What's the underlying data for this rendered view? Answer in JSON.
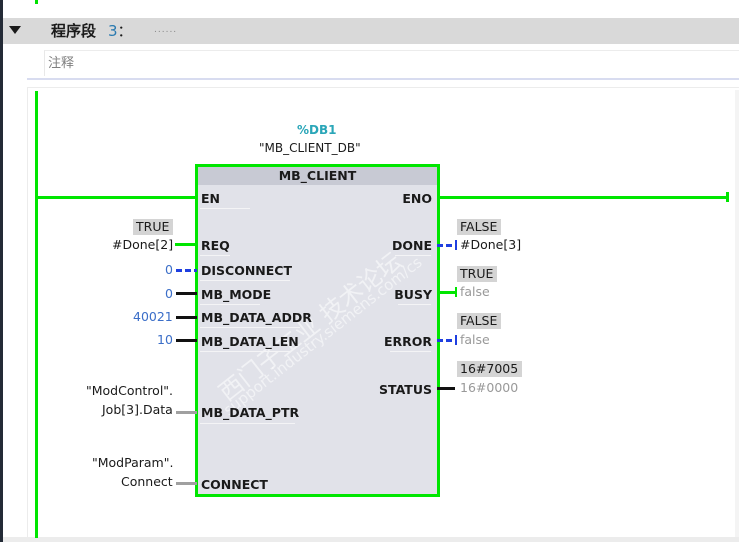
{
  "network": {
    "title": "程序段",
    "number": "3",
    "separator": "：",
    "title_placeholder": "......",
    "comment": "注释"
  },
  "colors": {
    "power_flow": "#00e600",
    "block_fill": "#e1e2e9",
    "db_name": "#2aa6b8",
    "constant_value": "#3b6ec8",
    "dashed_signal": "#1f3fe0"
  },
  "block": {
    "instance_db": "%DB1",
    "instance_symbol": "\"MB_CLIENT_DB\"",
    "type": "MB_CLIENT",
    "inputs": [
      {
        "pin": "EN"
      },
      {
        "pin": "REQ",
        "actual": "#Done[2]",
        "monitor": "TRUE"
      },
      {
        "pin": "DISCONNECT",
        "actual": "0"
      },
      {
        "pin": "MB_MODE",
        "actual": "0"
      },
      {
        "pin": "MB_DATA_ADDR",
        "actual": "40021"
      },
      {
        "pin": "MB_DATA_LEN",
        "actual": "10"
      },
      {
        "pin": "MB_DATA_PTR",
        "actual_line1": "\"ModControl\".",
        "actual_line2": "Job[3].Data"
      },
      {
        "pin": "CONNECT",
        "actual_line1": "\"ModParam\".",
        "actual_line2": "Connect"
      }
    ],
    "outputs": [
      {
        "pin": "ENO"
      },
      {
        "pin": "DONE",
        "actual": "#Done[3]",
        "monitor": "FALSE"
      },
      {
        "pin": "BUSY",
        "actual": "false",
        "monitor": "TRUE"
      },
      {
        "pin": "ERROR",
        "actual": "false",
        "monitor": "FALSE"
      },
      {
        "pin": "STATUS",
        "actual": "16#0000",
        "monitor": "16#7005"
      }
    ]
  },
  "watermark": {
    "line1": "西门子工业 技术论坛",
    "line2": "support.industry.siemens.com/cs"
  }
}
